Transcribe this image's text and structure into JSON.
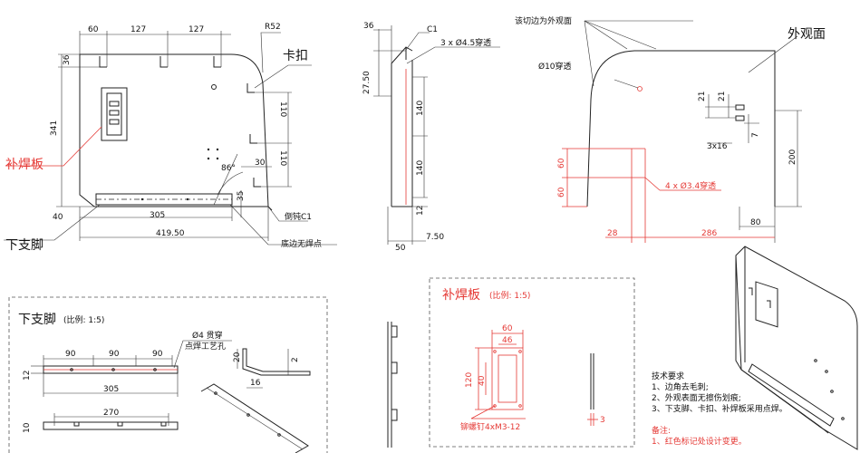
{
  "main_view": {
    "dims_top": [
      "60",
      "127",
      "127"
    ],
    "radius": "R52",
    "clip_label": "卡扣",
    "patch_label": "补焊板",
    "leg_label": "下支脚",
    "dim_36": "36",
    "dim_341": "341",
    "dim_40": "40",
    "dim_305": "305",
    "dim_419": "419.50",
    "dim_110a": "110",
    "dim_110b": "110",
    "dim_30": "30",
    "dim_35": "35",
    "angle": "86°",
    "chamfer": "倒钝C1",
    "no_weld": "底边无焊点"
  },
  "side_view": {
    "dim_36": "36",
    "c1": "C1",
    "holes": "3 x Ø4.5穿透",
    "dim_27": "27.50",
    "dim_140a": "140",
    "dim_140b": "140",
    "dim_12": "12",
    "dim_50": "50",
    "dim_7": "7.50"
  },
  "right_view": {
    "edge_note": "该切边为外观面",
    "appearance": "外观面",
    "hole10": "Ø10穿透",
    "dim_21a": "21",
    "dim_21b": "21",
    "slot": "3x16",
    "dim_7": "7",
    "dim_200": "200",
    "dim_80": "80",
    "dim_60a": "60",
    "dim_60b": "60",
    "holes4": "4 x Ø3.4穿透",
    "dim_28": "28",
    "dim_286": "286"
  },
  "leg_detail": {
    "title": "下支脚",
    "scale": "(比例: 1:5)",
    "hole_note_1": "Ø4 贯穿",
    "hole_note_2": "点焊工艺孔",
    "dim_90a": "90",
    "dim_90b": "90",
    "dim_90c": "90",
    "dim_305": "305",
    "dim_12": "12",
    "dim_270": "270",
    "dim_10": "10",
    "dim_20": "20",
    "dim_2": "2",
    "dim_16": "16"
  },
  "patch_detail": {
    "title": "补焊板",
    "scale": "(比例: 1:5)",
    "dim_60": "60",
    "dim_46": "46",
    "dim_120": "120",
    "dim_40": "40",
    "rivet": "铆螺钉4xM3-12",
    "dim_3": "3"
  },
  "notes": {
    "title": "技术要求",
    "items": [
      "1、边角去毛刺;",
      "2、外观表面无擦伤划痕;",
      "3、下支脚、卡扣、补焊板采用点焊。"
    ],
    "remark_title": "备注:",
    "remark": "1、红色标记处设计变更。"
  },
  "colors": {
    "line": "#222222",
    "change": "#e53935"
  }
}
